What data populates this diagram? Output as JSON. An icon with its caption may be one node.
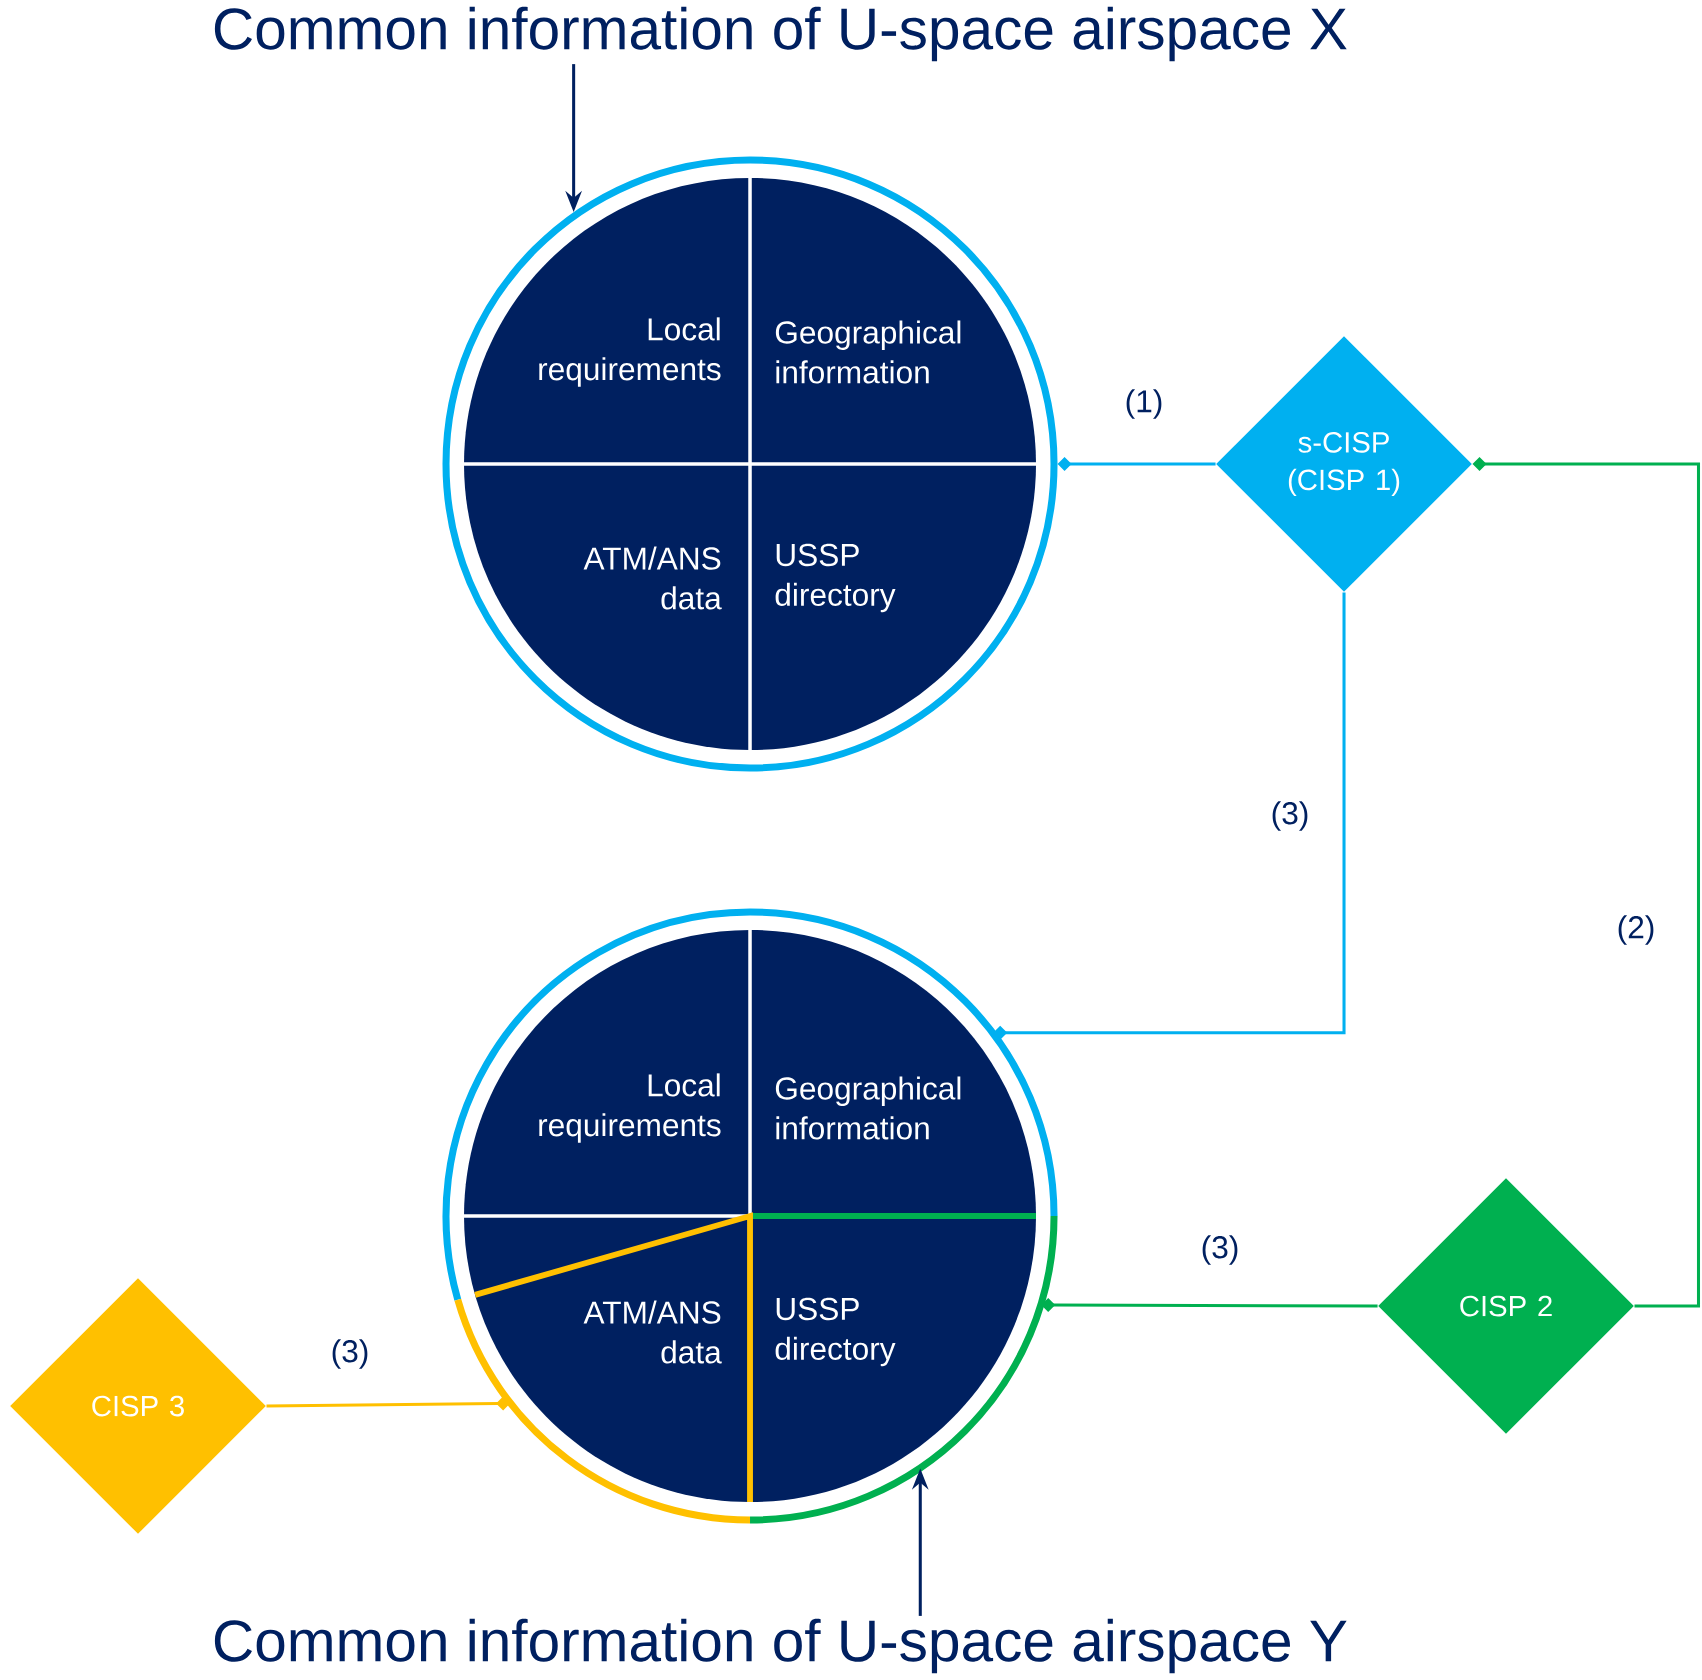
{
  "diagram": {
    "nodes": [
      {
        "text": [
          "Common information of U-space airspace X"
        ]
      },
      {
        "text": [],
        "shape": "circle"
      },
      {
        "text": [
          "Local requirements"
        ],
        "in": 1
      },
      {
        "text": [
          "Geographical information"
        ],
        "in": 1
      },
      {
        "text": [
          "ATM/ANS data"
        ],
        "in": 1
      },
      {
        "text": [
          "USSP directory"
        ],
        "in": 1
      },
      {
        "text": [
          "s-CISP (CISP 1)"
        ]
      },
      {
        "text": [],
        "shape": "circle"
      },
      {
        "text": [
          "Local requirements"
        ],
        "in": 7
      },
      {
        "text": [
          "Geographical information"
        ],
        "in": 7
      },
      {
        "text": [
          "ATM/ANS data"
        ],
        "in": 7
      },
      {
        "text": [
          "USSP directory"
        ],
        "in": 7
      },
      {
        "text": [
          "CISP 2"
        ]
      },
      {
        "text": [
          "CISP 3"
        ]
      },
      {
        "text": [
          "Common information of U-space airspace Y"
        ]
      }
    ],
    "edges": [
      {
        "from": 0,
        "to": 1,
        "arrow": "to"
      },
      {
        "from": 6,
        "to": 1,
        "arrow": "other",
        "label": "(1)",
        "color": "#00b0f0"
      },
      {
        "from": 6,
        "to": 7,
        "arrow": "other",
        "label": "(3)",
        "color": "#00b0f0"
      },
      {
        "from": 12,
        "to": 6,
        "arrow": "other",
        "label": "(2)",
        "color": "#00b050"
      },
      {
        "from": 12,
        "to": 7,
        "arrow": "other",
        "label": "(3)",
        "color": "#00b050"
      },
      {
        "from": 13,
        "to": 7,
        "arrow": "other",
        "label": "(3)",
        "color": "#ffc000"
      },
      {
        "from": 14,
        "to": 7,
        "arrow": "to"
      }
    ]
  }
}
